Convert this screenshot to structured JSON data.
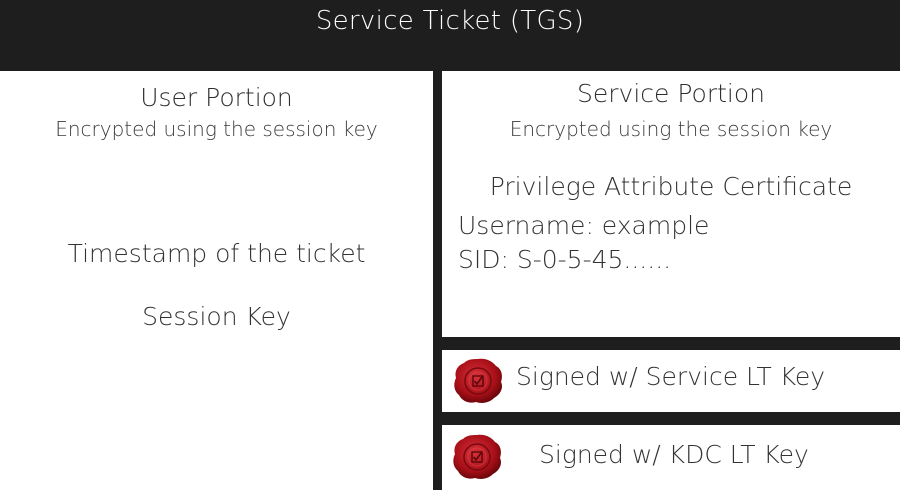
{
  "title": "Service Ticket (TGS)",
  "user_portion": {
    "heading": "User Portion",
    "subheading": "Encrypted using the session key",
    "items": [
      "Timestamp of the ticket",
      "Session Key"
    ]
  },
  "service_portion": {
    "heading": "Service Portion",
    "subheading": "Encrypted using the session key",
    "pac_heading": "Privilege Attribute Certificate",
    "username": "Username: example",
    "sid": "SID: S-0-5-45......"
  },
  "signatures": [
    {
      "label": "Signed w/ Service LT Key",
      "icon": "wax-seal-icon"
    },
    {
      "label": "Signed w/ KDC LT Key",
      "icon": "wax-seal-icon"
    }
  ],
  "colors": {
    "background": "#1e1e1e",
    "panel": "#ffffff",
    "seal": "#b5121b"
  }
}
